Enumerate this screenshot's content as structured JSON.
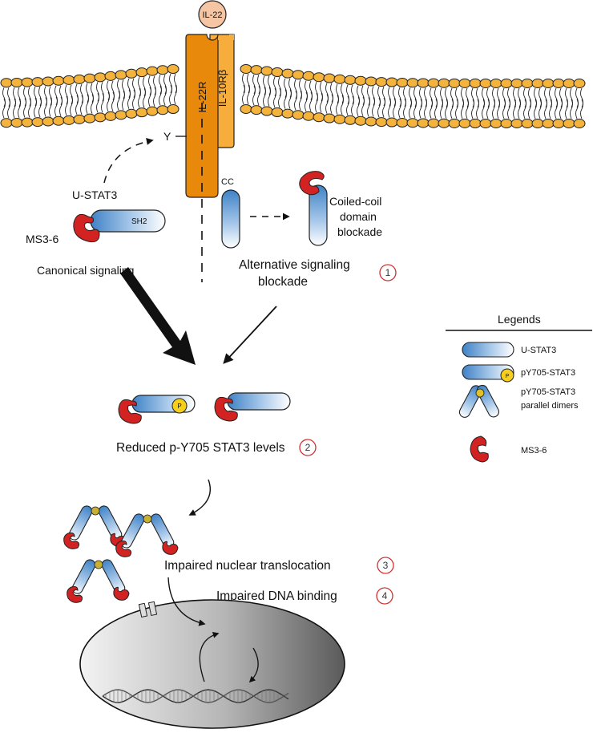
{
  "labels": {
    "il22": "IL-22",
    "il22r": "IL-22R",
    "il10rb": "IL-10Rβ",
    "y": "Y",
    "cc": "CC",
    "u_stat3": "U-STAT3",
    "sh2": "SH2",
    "ms36": "MS3-6",
    "canonical": "Canonical signaling",
    "coiled_1": "Coiled-coil",
    "coiled_2": "domain",
    "coiled_3": "blockade",
    "alt_1": "Alternative signaling",
    "alt_2": "blockade",
    "reduced": "Reduced p-Y705 STAT3 levels",
    "p": "P",
    "nuclear": "Impaired nuclear translocation",
    "dna": "Impaired DNA binding"
  },
  "steps": [
    "1",
    "2",
    "3",
    "4"
  ],
  "legend": {
    "title": "Legends",
    "items": [
      "U-STAT3",
      "pY705-STAT3",
      "pY705-STAT3",
      "parallel dimers",
      "MS3-6"
    ]
  },
  "colors": {
    "receptor_dark": "#e8890c",
    "receptor_light": "#f6ad3c",
    "lipid_head": "#f3b33d",
    "stat3_blue": "#4f8fce",
    "inhibitor_red": "#d32222",
    "phospho_yellow": "#f5cf1c",
    "il22_pink": "#f6c6a4",
    "step_circle": "#d03030"
  }
}
